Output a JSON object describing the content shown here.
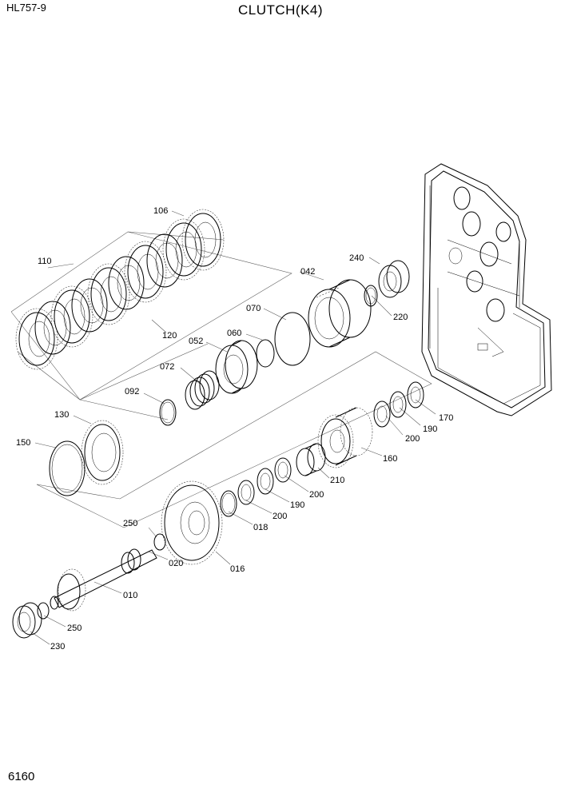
{
  "header": {
    "model": "HL757-9",
    "title": "CLUTCH(K4)"
  },
  "footer": {
    "page_number": "6160"
  },
  "labels": {
    "p106": "106",
    "p110": "110",
    "p120": "120",
    "p042": "042",
    "p240": "240",
    "p220": "220",
    "p070": "070",
    "p060": "060",
    "p052": "052",
    "p072": "072",
    "p092": "092",
    "p130": "130",
    "p150": "150",
    "p170": "170",
    "p190a": "190",
    "p200a": "200",
    "p160": "160",
    "p210": "210",
    "p200b": "200",
    "p190b": "190",
    "p200c": "200",
    "p018": "018",
    "p250a": "250",
    "p020": "020",
    "p016": "016",
    "p010": "010",
    "p250b": "250",
    "p230": "230"
  }
}
